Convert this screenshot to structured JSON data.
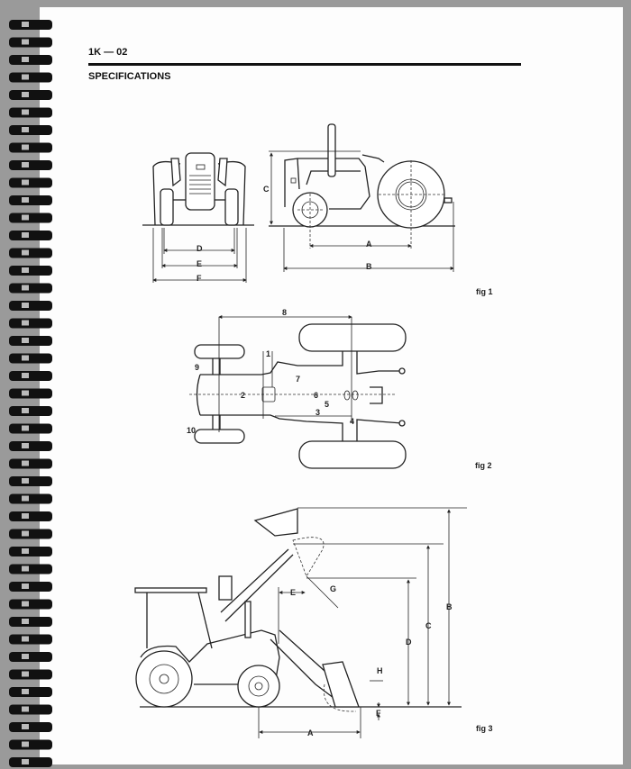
{
  "header": {
    "page_number": "1K — 02",
    "section_title": "SPECIFICATIONS"
  },
  "fig1": {
    "caption": "fig 1",
    "labels": {
      "A": "A",
      "B": "B",
      "C": "C",
      "D": "D",
      "E": "E",
      "F": "F"
    }
  },
  "fig2": {
    "caption": "fig 2",
    "labels": {
      "l1": "1",
      "l2": "2",
      "l3": "3",
      "l4": "4",
      "l5": "5",
      "l6": "6",
      "l7": "7",
      "l8": "8",
      "l9": "9",
      "l10": "10"
    }
  },
  "fig3": {
    "caption": "fig 3",
    "labels": {
      "A": "A",
      "B": "B",
      "C": "C",
      "D": "D",
      "E": "E",
      "F": "F",
      "G": "G",
      "H": "H"
    }
  }
}
